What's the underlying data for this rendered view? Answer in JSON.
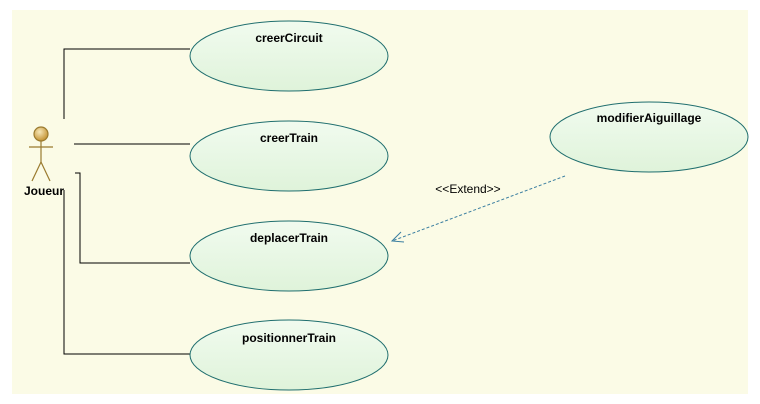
{
  "diagram": {
    "actor": {
      "name": "Joueur",
      "icon": "stick-figure-icon"
    },
    "use_cases": [
      {
        "id": "creerCircuit",
        "label": "creerCircuit"
      },
      {
        "id": "creerTrain",
        "label": "creerTrain"
      },
      {
        "id": "deplacerTrain",
        "label": "deplacerTrain"
      },
      {
        "id": "positionnerTrain",
        "label": "positionnerTrain"
      },
      {
        "id": "modifierAiguillage",
        "label": "modifierAiguillage"
      }
    ],
    "associations": [
      {
        "from": "Joueur",
        "to": "creerCircuit"
      },
      {
        "from": "Joueur",
        "to": "creerTrain"
      },
      {
        "from": "Joueur",
        "to": "deplacerTrain"
      },
      {
        "from": "Joueur",
        "to": "positionnerTrain"
      }
    ],
    "extend": {
      "from": "modifierAiguillage",
      "to": "deplacerTrain",
      "label": "<<Extend>>"
    },
    "colors": {
      "background": "#fbfbe6",
      "use_case_fill": "#e3f6de",
      "use_case_stroke": "#1f6e6e",
      "extend_line": "#3a7ea0",
      "actor_head": "#d1aa54"
    }
  }
}
